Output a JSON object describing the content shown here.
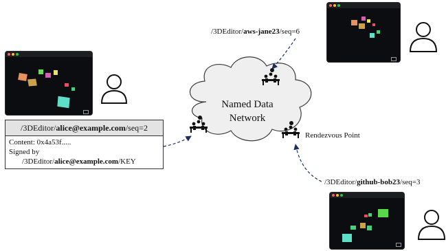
{
  "cloud": {
    "line1": "Named Data",
    "line2": "Network"
  },
  "rendezvous_label": "Rendezvous Point",
  "aws_name": {
    "prefix": "/3DEditor/",
    "user": "aws-jane23",
    "suffix": "/seq=6"
  },
  "bob_name": {
    "prefix": "/3DEditor/",
    "user": "github-bob23",
    "suffix": "/seq=3"
  },
  "packet": {
    "name_prefix": "/3DEditor/",
    "name_user": "alice@example.com",
    "name_suffix": "/seq=2",
    "content": "Content: 0x4a53f.....",
    "signed_by": "Signed by",
    "key_prefix": "/3DEditor/",
    "key_user": "alice@example.com",
    "key_suffix": "/KEY"
  },
  "icons": [
    "user-icon",
    "meeting-icon",
    "lock-icon",
    "browser-screenshot"
  ]
}
